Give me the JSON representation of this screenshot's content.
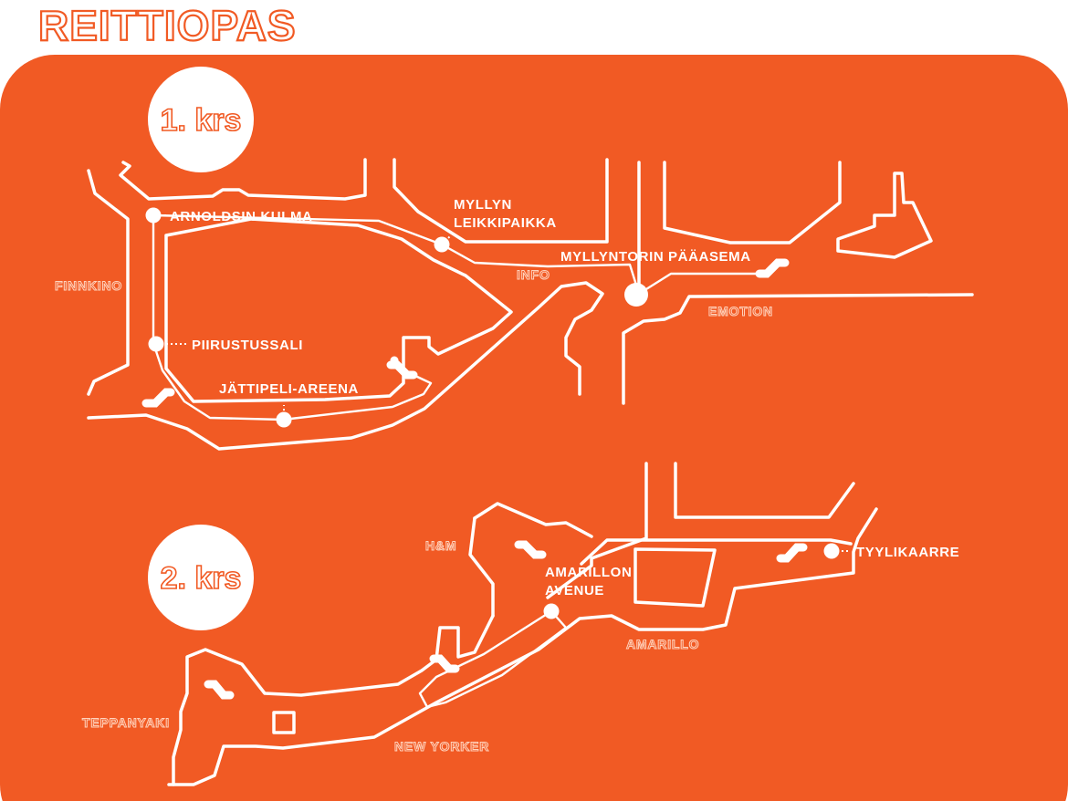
{
  "title": "REITTIOPAS",
  "colors": {
    "background": "#f15a24",
    "lines": "#ffffff",
    "store_labels": "#ffd2bc"
  },
  "floors": [
    {
      "label": "1. krs",
      "points": [
        {
          "name": "ARNOLDSIN KULMA"
        },
        {
          "name": "MYLLYN",
          "name_line2": "LEIKKIPAIKKA"
        },
        {
          "name": "MYLLYNTORIN PÄÄASEMA"
        },
        {
          "name": "PIIRUSTUSSALI"
        },
        {
          "name": "JÄTTIPELI-AREENA"
        }
      ],
      "stores": [
        "FINNKINO",
        "INFO",
        "EMOTION"
      ]
    },
    {
      "label": "2. krs",
      "points": [
        {
          "name": "AMARILLON",
          "name_line2": "AVENUE"
        },
        {
          "name": "TYYLIKAARRE"
        }
      ],
      "stores": [
        "H&M",
        "AMARILLO",
        "TEPPANYAKI",
        "NEW YORKER"
      ]
    }
  ],
  "icons": [
    "escalator-icon",
    "escalator-icon",
    "escalator-icon",
    "escalator-icon",
    "escalator-icon",
    "escalator-icon",
    "escalator-icon",
    "escalator-icon"
  ]
}
